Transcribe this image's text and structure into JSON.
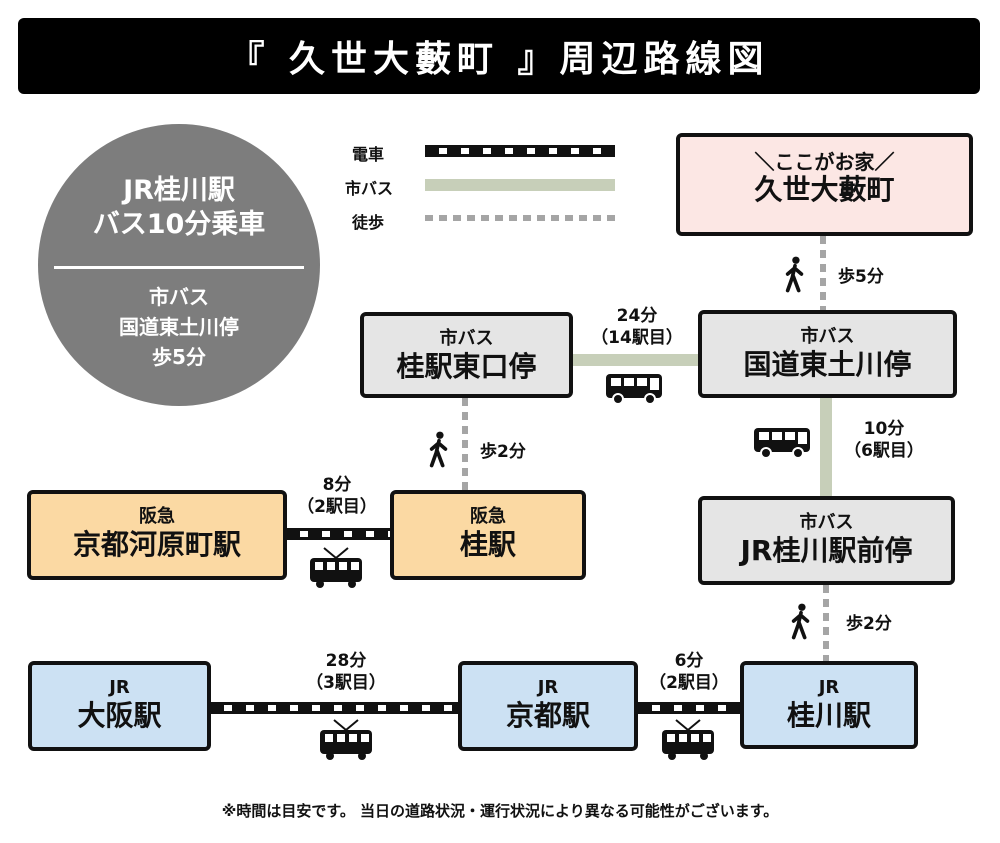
{
  "title": "『 久世大藪町 』周辺路線図",
  "summary": {
    "line1": "JR桂川駅",
    "line2": "バス10分乗車",
    "line3": "市バス",
    "line4": "国道東土川停",
    "line5": "歩5分"
  },
  "legend": {
    "train": "電車",
    "bus": "市バス",
    "walk": "徒歩"
  },
  "home": {
    "sub": "＼ここがお家／",
    "name": "久世大藪町"
  },
  "stations": {
    "katsura_higashi": {
      "sub": "市バス",
      "name": "桂駅東口停"
    },
    "kokudo": {
      "sub": "市バス",
      "name": "国道東土川停"
    },
    "jr_katsuragawa_bus": {
      "sub": "市バス",
      "name": "JR桂川駅前停"
    },
    "kawaramachi": {
      "sub": "阪急",
      "name": "京都河原町駅"
    },
    "hankyu_katsura": {
      "sub": "阪急",
      "name": "桂駅"
    },
    "osaka": {
      "sub": "JR",
      "name": "大阪駅"
    },
    "kyoto": {
      "sub": "JR",
      "name": "京都駅"
    },
    "katsuragawa": {
      "sub": "JR",
      "name": "桂川駅"
    }
  },
  "segments": {
    "walk_home": "歩5分",
    "bus_east_kokudo_time": "24分",
    "bus_east_kokudo_stops": "（14駅目）",
    "walk_katsura": "歩2分",
    "train_kawaramachi_time": "8分",
    "train_kawaramachi_stops": "（2駅目）",
    "bus_kokudo_jr_time": "10分",
    "bus_kokudo_jr_stops": "（6駅目）",
    "walk_katsuragawa": "歩2分",
    "train_osaka_time": "28分",
    "train_osaka_stops": "（3駅目）",
    "train_kyoto_time": "6分",
    "train_kyoto_stops": "（2駅目）"
  },
  "footer": "※時間は目安です。 当日の道路状況・運行状況により異なる可能性がございます。",
  "colors": {
    "gray_box": "#e5e5e5",
    "hankyu": "#fbd9a3",
    "jr": "#cce1f3",
    "home": "#fce7e4",
    "bus_line": "#c7cfb9",
    "circle": "#7d7d7d"
  }
}
